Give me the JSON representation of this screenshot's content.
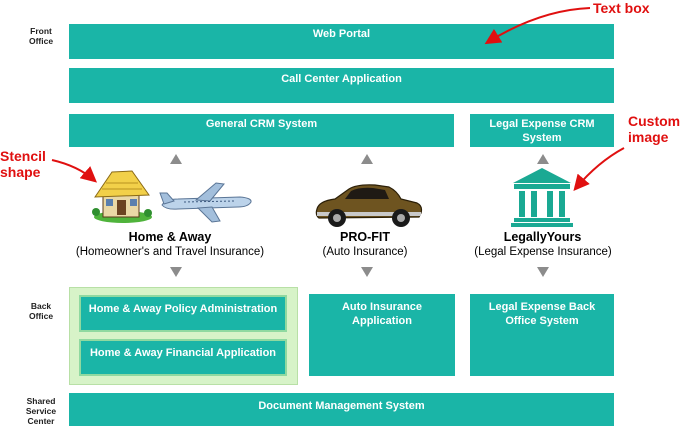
{
  "tiers": {
    "front_office": [
      "Front",
      "Office"
    ],
    "back_office": [
      "Back",
      "Office"
    ],
    "shared_service": [
      "Shared",
      "Service",
      "Center"
    ]
  },
  "boxes": {
    "web_portal": "Web Portal",
    "call_center": "Call Center Application",
    "general_crm": "General CRM System",
    "legal_crm": [
      "Legal Expense CRM",
      "System"
    ],
    "policy_admin": "Home & Away Policy Administration",
    "financial_app": "Home & Away Financial Application",
    "auto_app": [
      "Auto Insurance",
      "Application"
    ],
    "legal_back": [
      "Legal Expense Back",
      "Office System"
    ],
    "document_mgmt": "Document Management System"
  },
  "products": {
    "home_away": {
      "name": "Home & Away",
      "sub": "(Homeowner's and Travel Insurance)"
    },
    "profit": {
      "name": "PRO-FIT",
      "sub": "(Auto Insurance)"
    },
    "legally_yours": {
      "name": "LegallyYours",
      "sub": "(Legal Expense Insurance)"
    }
  },
  "callouts": {
    "text_box": "Text box",
    "stencil": [
      "Stencil",
      "shape"
    ],
    "custom_image": [
      "Custom",
      "image"
    ]
  },
  "colors": {
    "box_teal": "#1ab5a7",
    "panel_green": "#d7f3c8",
    "arrow_gray": "#8c8c8c",
    "callout_red": "#e01010"
  },
  "icons": [
    "house-icon",
    "airplane-icon",
    "car-icon",
    "courthouse-icon"
  ]
}
